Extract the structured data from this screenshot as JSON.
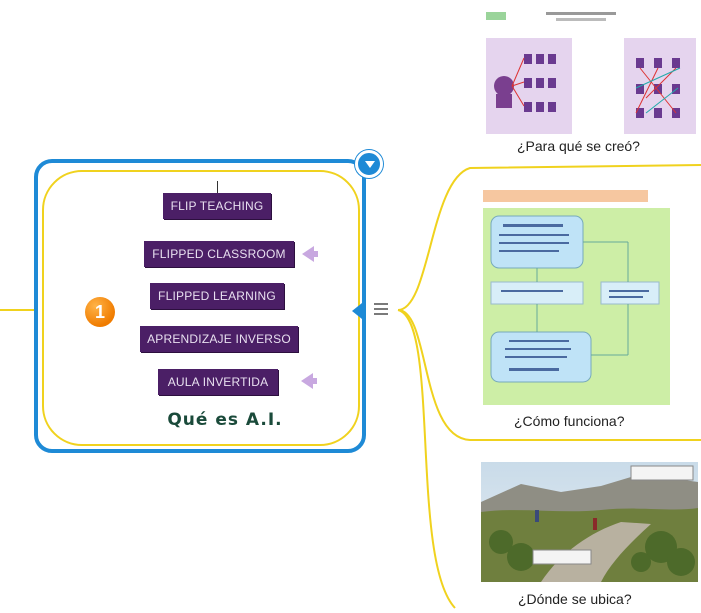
{
  "central_node": {
    "badge": "1",
    "title": "Qué es A.I.",
    "terms": [
      "FLIP TEACHING",
      "FLIPPED CLASSROOM",
      "FLIPPED LEARNING",
      "APRENDIZAJE INVERSO",
      "AULA INVERTIDA"
    ]
  },
  "topics": [
    {
      "caption": "¿Para qué se creó?"
    },
    {
      "caption": "¿Cómo funciona?"
    },
    {
      "caption": "¿Dónde se ubica?"
    }
  ],
  "colors": {
    "frame": "#1e8ad6",
    "connector": "#f0d21e",
    "term_bg": "#4b1f66",
    "badge": "#f07c00"
  }
}
